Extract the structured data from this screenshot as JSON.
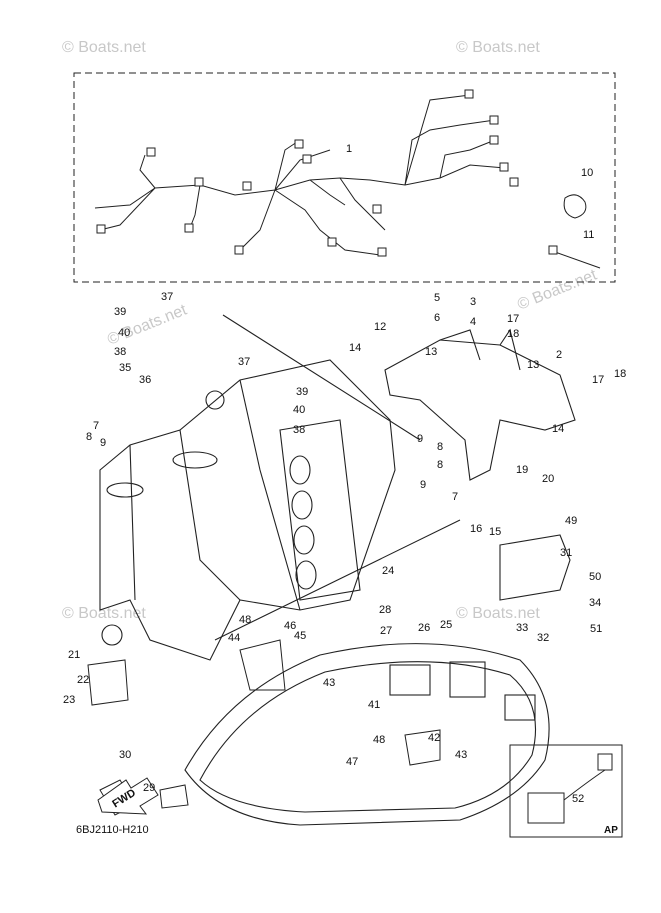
{
  "watermarks": [
    "© Boats.net",
    "© Boats.net",
    "© Boats.net",
    "© Boats.net",
    "© Boats.net",
    "© Boats.net"
  ],
  "fwd_label": "FWD",
  "inset_label": "AP",
  "diagram_code": "6BJ2110-H210",
  "callouts": [
    "1",
    "2",
    "3",
    "4",
    "5",
    "6",
    "7",
    "7",
    "8",
    "8",
    "8",
    "9",
    "9",
    "9",
    "10",
    "11",
    "12",
    "13",
    "13",
    "14",
    "14",
    "15",
    "16",
    "17",
    "17",
    "18",
    "18",
    "19",
    "20",
    "21",
    "22",
    "23",
    "24",
    "25",
    "26",
    "27",
    "28",
    "29",
    "30",
    "31",
    "32",
    "33",
    "34",
    "35",
    "36",
    "37",
    "37",
    "38",
    "38",
    "39",
    "39",
    "40",
    "40",
    "41",
    "42",
    "43",
    "43",
    "44",
    "45",
    "46",
    "47",
    "48",
    "48",
    "49",
    "50",
    "51",
    "52"
  ]
}
